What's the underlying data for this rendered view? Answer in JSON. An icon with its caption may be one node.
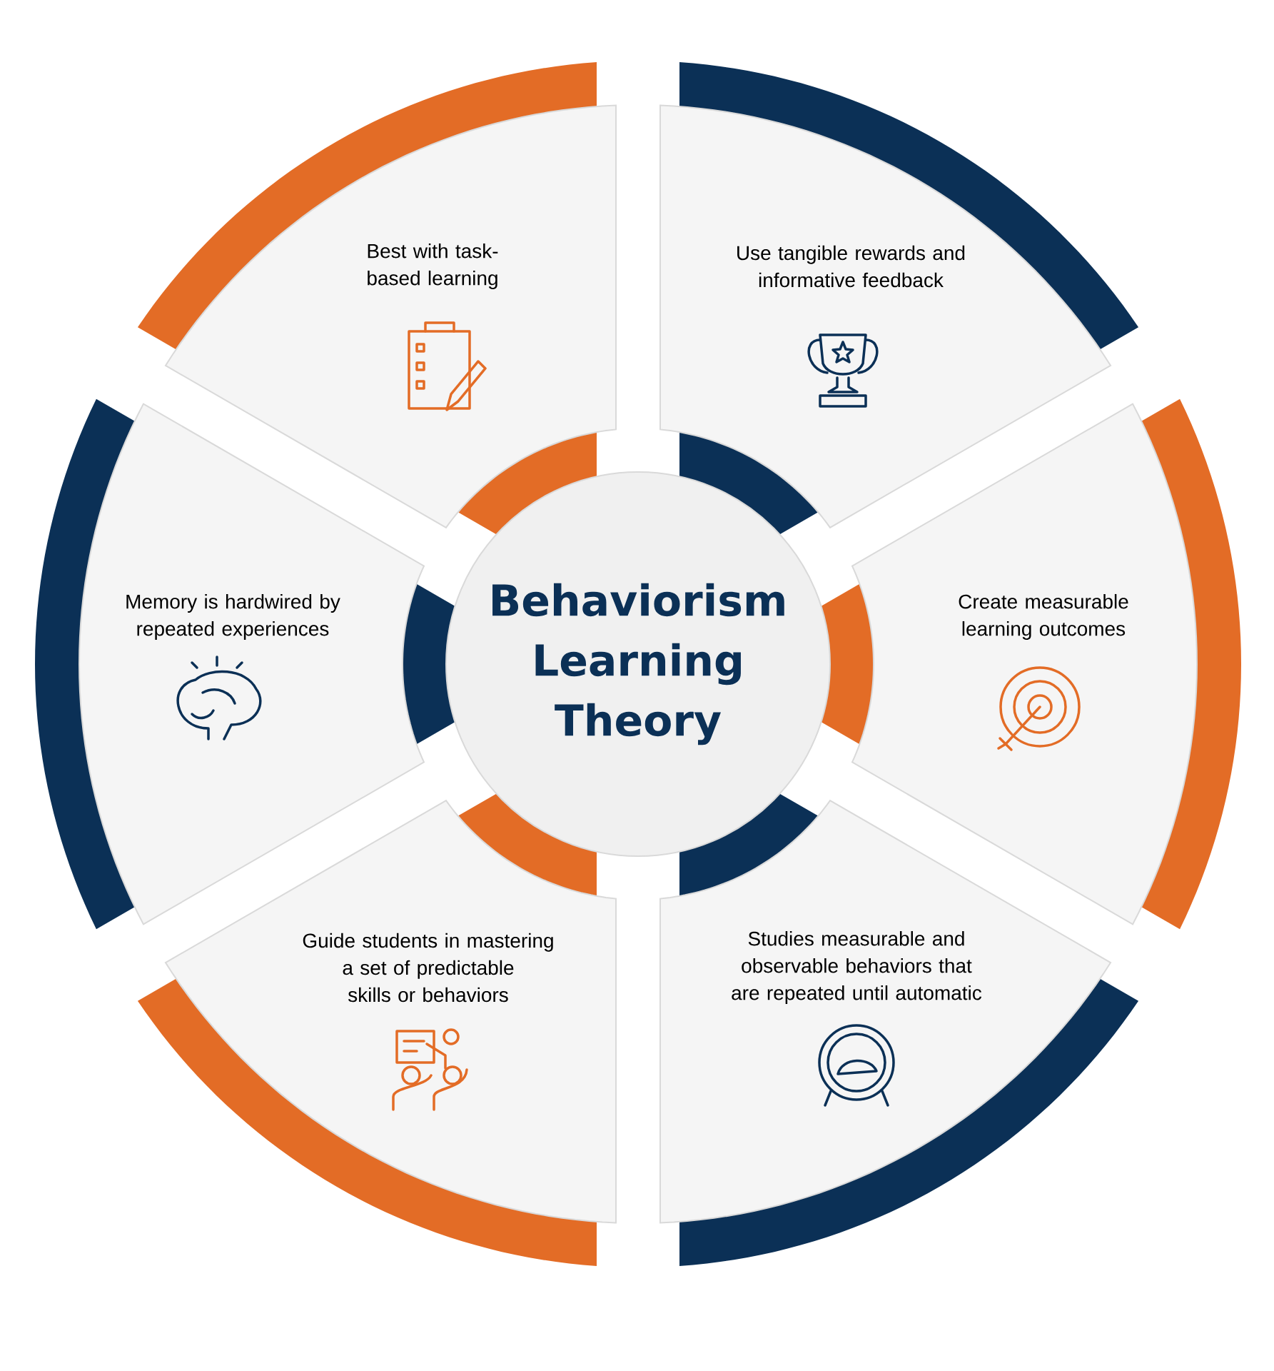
{
  "diagram": {
    "nodes": [
      {
        "text": [
          "Behaviorism Learning Theory"
        ]
      },
      {
        "text": [
          "Best with task-based learning"
        ]
      },
      {
        "text": [
          "Use tangible rewards and informative feedback"
        ]
      },
      {
        "text": [
          "Memory is hardwired by repeated experiences"
        ]
      },
      {
        "text": [
          "Create measurable learning outcomes"
        ]
      },
      {
        "text": [
          "Guide students in mastering a set of predictable skills or behaviors"
        ]
      },
      {
        "text": [
          "Studies measurable and observable behaviors that are repeated until automatic"
        ]
      }
    ]
  }
}
